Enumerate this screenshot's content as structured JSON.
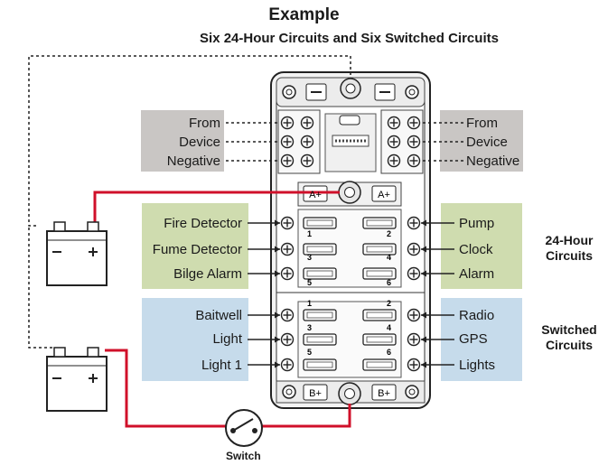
{
  "header": {
    "title": "Example",
    "subtitle": "Six 24-Hour Circuits and Six Switched Circuits"
  },
  "left_negative": [
    "From",
    "Device",
    "Negative"
  ],
  "right_negative": [
    "From",
    "Device",
    "Negative"
  ],
  "left_24h": [
    "Fire Detector",
    "Fume Detector",
    "Bilge Alarm"
  ],
  "right_24h": [
    "Pump",
    "Clock",
    "Alarm"
  ],
  "left_switched": [
    "Baitwell",
    "Light",
    "Light 1"
  ],
  "right_switched": [
    "Radio",
    "GPS",
    "Lights"
  ],
  "group_labels": {
    "h24_line1": "24-Hour",
    "h24_line2": "Circuits",
    "sw_line1": "Switched",
    "sw_line2": "Circuits"
  },
  "block_labels": {
    "a_left": "A+",
    "a_right": "A+",
    "b_left": "B+",
    "b_right": "B+"
  },
  "fuse_numbers_top": [
    "1",
    "2",
    "3",
    "4",
    "5",
    "6"
  ],
  "fuse_numbers_bottom": [
    "1",
    "2",
    "3",
    "4",
    "5",
    "6"
  ],
  "battery_symbols": {
    "minus": "−",
    "plus": "+"
  },
  "switch_label": "Switch",
  "colors": {
    "positive_wire": "#d0102a",
    "negative_box": "#c9c6c4",
    "h24_box": "#cfdcaf",
    "switched_box": "#c6dbeb"
  }
}
